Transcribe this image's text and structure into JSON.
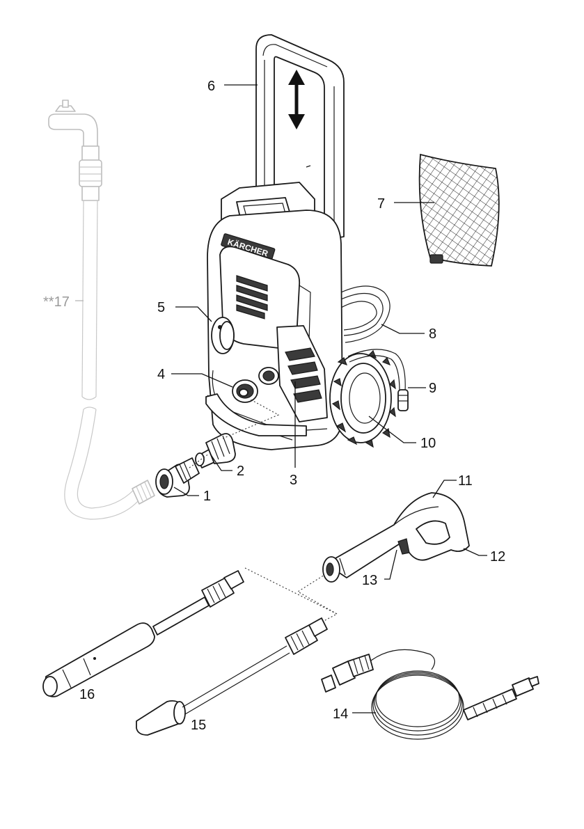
{
  "labels": {
    "l1": "1",
    "l2": "2",
    "l3": "3",
    "l4": "4",
    "l5": "5",
    "l6": "6",
    "l7": "7",
    "l8": "8",
    "l9": "9",
    "l10": "10",
    "l11": "11",
    "l12": "12",
    "l13": "13",
    "l14": "14",
    "l15": "15",
    "l16": "16",
    "l17": "**17"
  },
  "brand": "KÄRCHER",
  "colors": {
    "ink": "#1a1a1a",
    "optional_part": "#bdbdbd",
    "optional_label": "#9a9a9a"
  }
}
